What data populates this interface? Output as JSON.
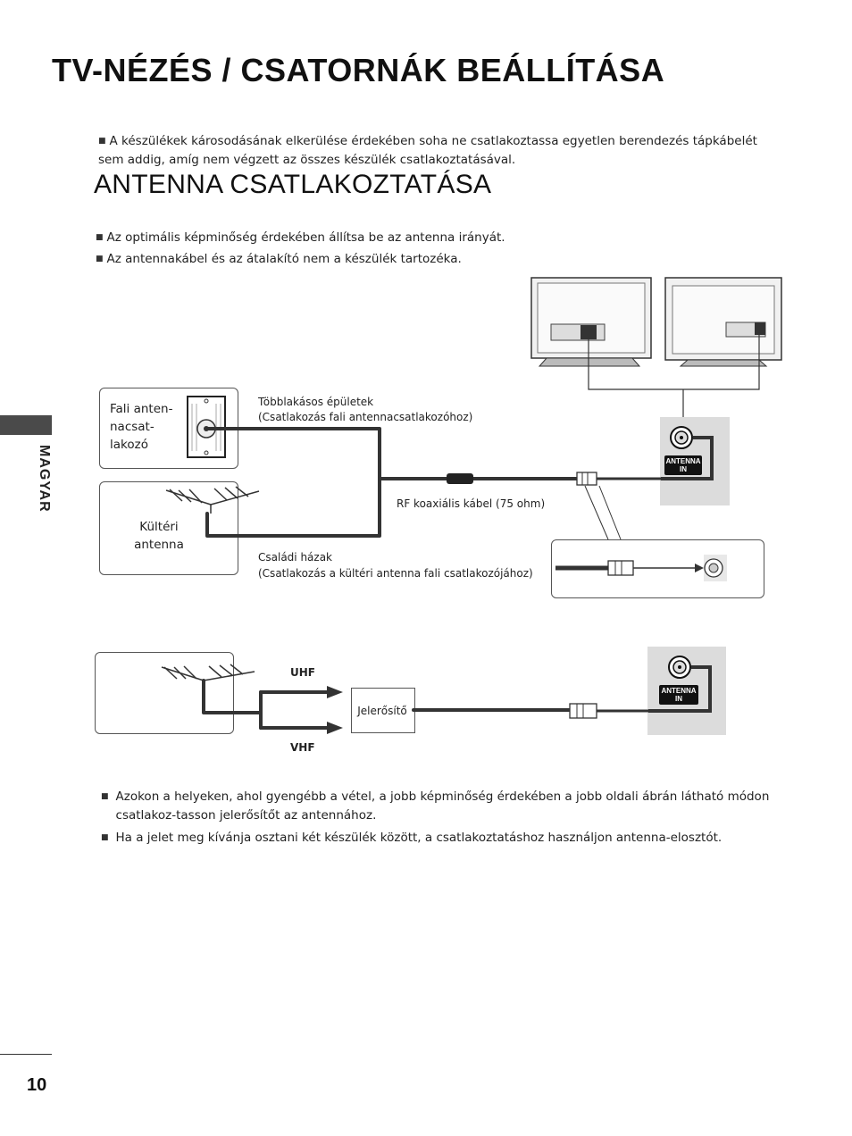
{
  "header": {
    "title": "TV-NÉZÉS / CSATORNÁK BEÁLLÍTÁSA"
  },
  "intro_note": "A készülékek károsodásának elkerülése érdekében soha ne csatlakoztassa egyetlen berendezés tápkábelét sem addig, amíg nem végzett az összes készülék csatlakoztatásával.",
  "section": {
    "title": "ANTENNA CSATLAKOZTATÁSA",
    "notes": [
      "Az optimális képminőség érdekében állítsa be az antenna irányát.",
      "Az antennakábel és az átalakító nem a készülék tartozéka."
    ]
  },
  "diagram1": {
    "wall_label": "Fali anten-\nnacsat-\nlakozó",
    "outdoor_label": "Kültéri\nantenna",
    "multi_building_title": "Többlakásos épületek",
    "multi_building_sub": "(Csatlakozás fali antennacsatlakozóhoz)",
    "cable_label": "RF koaxiális kábel (75 ohm)",
    "family_house_title": "Családi házak",
    "family_house_sub": "(Csatlakozás a kültéri antenna fali csatlakozójához)",
    "antenna_in": "ANTENNA\nIN"
  },
  "diagram2": {
    "uhf": "UHF",
    "vhf": "VHF",
    "amplifier": "Jelerősítő",
    "antenna_in": "ANTENNA\nIN"
  },
  "bottom_notes": [
    "Azokon a helyeken, ahol gyengébb a vétel, a jobb képminőség érdekében a jobb oldali ábrán látható módon csatlakoz-tasson jelerősítőt az antennához.",
    "Ha a jelet meg kívánja osztani két készülék között, a csatlakoztatáshoz használjon antenna-elosztót."
  ],
  "sidebar": {
    "language": "MAGYAR"
  },
  "footer": {
    "page_number": "10"
  },
  "colors": {
    "panel": "#dcdcdc",
    "cable": "#333333",
    "tab": "#4a4a4a"
  },
  "icons": [
    "tv-back-icon",
    "tv-back-icon",
    "coax-plug-icon",
    "antenna-icon",
    "wall-socket-icon",
    "arrow-right-icon",
    "amplifier-icon"
  ]
}
